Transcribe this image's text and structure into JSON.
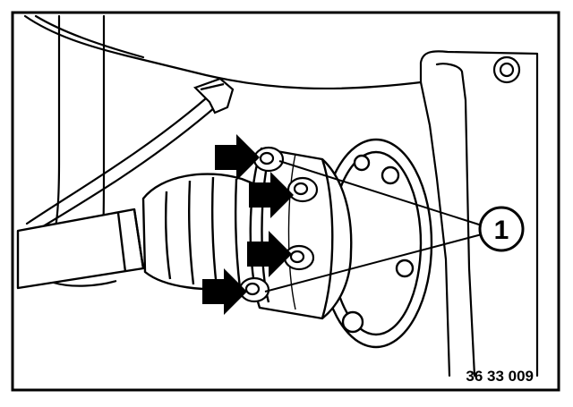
{
  "figure": {
    "callout_number": "1",
    "reference_code": "36 33 009"
  },
  "colors": {
    "ink": "#000000",
    "paper": "#ffffff"
  },
  "icons": {
    "pointer_arrows": "arrow-icon",
    "callout": "callout-circle"
  }
}
